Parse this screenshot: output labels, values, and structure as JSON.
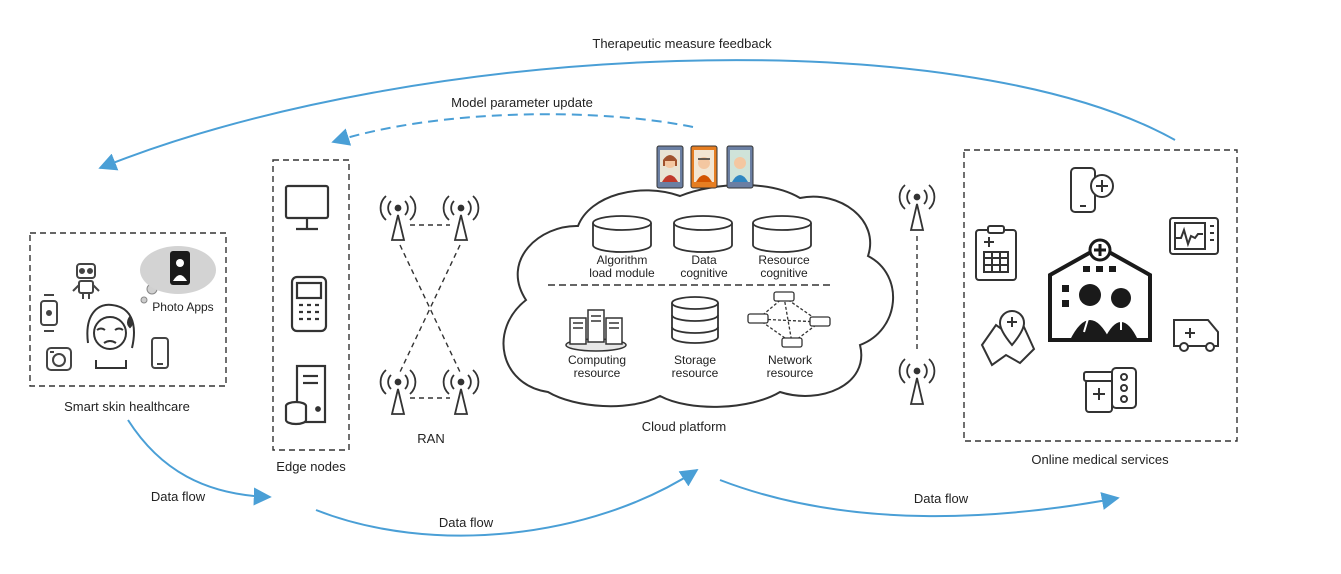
{
  "labels": {
    "therapeutic_feedback": "Therapeutic measure feedback",
    "model_update": "Model parameter update",
    "smart_skin": "Smart skin healthcare",
    "photo_apps": "Photo Apps",
    "edge_nodes": "Edge nodes",
    "ran": "RAN",
    "cloud_platform": "Cloud platform",
    "online_medical": "Online medical services",
    "data_flow_1": "Data flow",
    "data_flow_2": "Data flow",
    "data_flow_3": "Data flow"
  },
  "cloud": {
    "algorithm": [
      "Algorithm",
      "load module"
    ],
    "data_cognitive": [
      "Data",
      "cognitive"
    ],
    "resource_cognitive": [
      "Resource",
      "cognitive"
    ],
    "computing": [
      "Computing",
      "resource"
    ],
    "storage": [
      "Storage",
      "resource"
    ],
    "network": [
      "Network",
      "resource"
    ]
  },
  "colors": {
    "arrow": "#4a9fd6",
    "line": "#222222",
    "pin": "#1a1a1a"
  }
}
